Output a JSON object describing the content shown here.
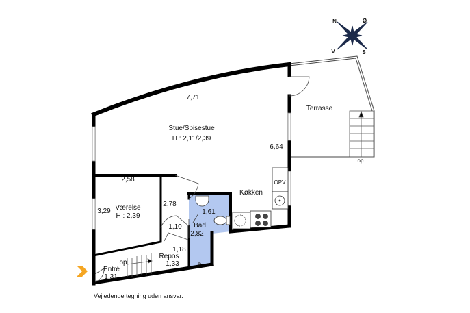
{
  "rooms": {
    "stue": {
      "name": "Stue/Spisestue",
      "height": "H : 2,11/2,39",
      "width": "7,71",
      "depth": "6,64"
    },
    "terrasse": {
      "name": "Terrasse",
      "stairs": "op"
    },
    "vaerelse": {
      "name": "Værelse",
      "height": "H : 2,39",
      "width": "2,58",
      "depth": "3,29"
    },
    "hall": {
      "dim1": "2,78",
      "dim2": "1,10"
    },
    "bad": {
      "name": "Bad",
      "dim1": "1,61",
      "dim2": "2,82"
    },
    "kokken": {
      "name": "Køkken",
      "opv": "OPV"
    },
    "repos": {
      "name": "Repos",
      "dim1": "1,18",
      "dim2": "1,33",
      "stairs": "op"
    },
    "entre": {
      "name": "Entré",
      "dim": "1,31"
    }
  },
  "compass": {
    "n": "N",
    "o": "Ø",
    "s": "S",
    "v": "V"
  },
  "caption": "Vejledende tegning uden ansvar.",
  "colors": {
    "wall": "#000000",
    "bath": "#b3c8f0",
    "entrance_arrow": "#f5a623",
    "compass": "#1c2a4a"
  }
}
